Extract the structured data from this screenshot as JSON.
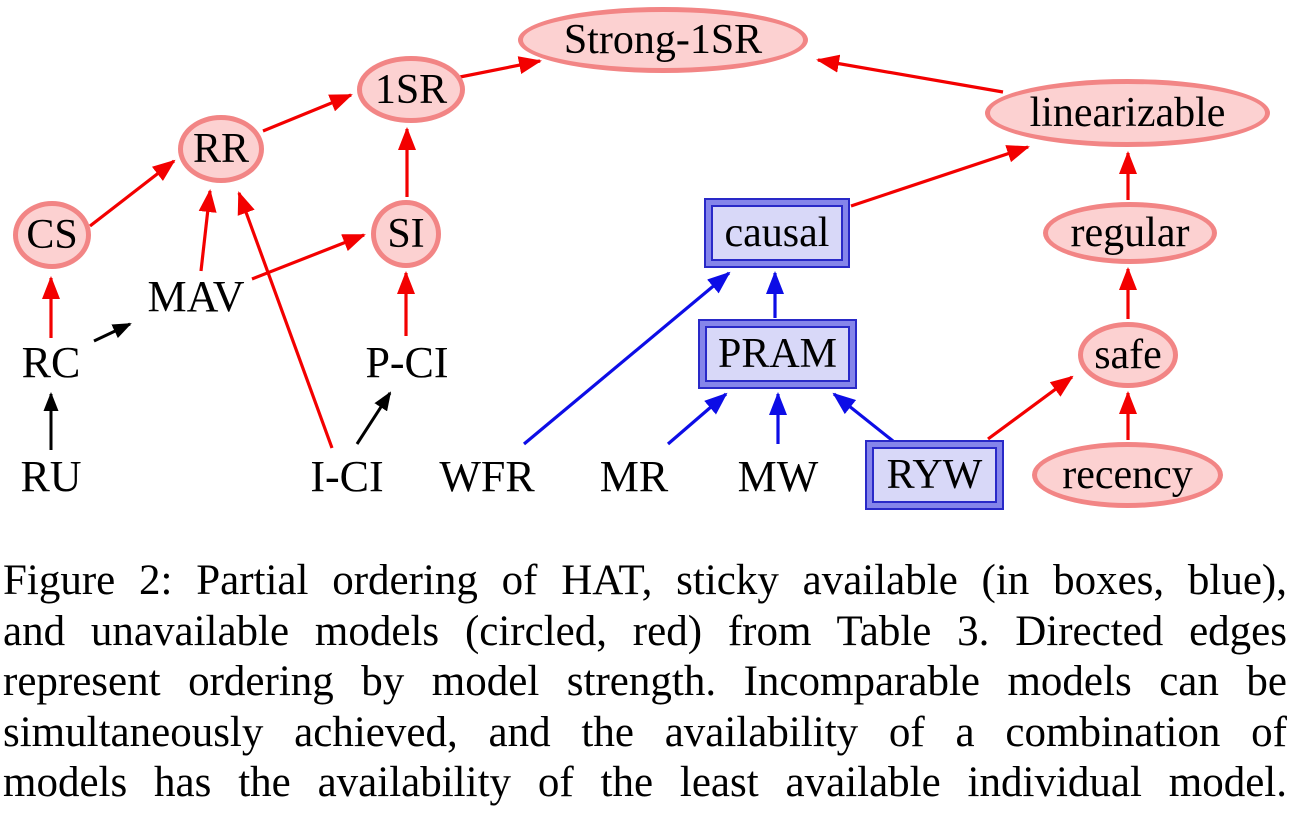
{
  "figure": {
    "nodes": {
      "strong_1sr": {
        "label": "Strong-1SR",
        "category": "unavailable (circled, red)"
      },
      "one_sr": {
        "label": "1SR",
        "category": "unavailable (circled, red)"
      },
      "linearizable": {
        "label": "linearizable",
        "category": "unavailable (circled, red)"
      },
      "rr": {
        "label": "RR",
        "category": "unavailable (circled, red)"
      },
      "cs": {
        "label": "CS",
        "category": "unavailable (circled, red)"
      },
      "si": {
        "label": "SI",
        "category": "unavailable (circled, red)"
      },
      "regular": {
        "label": "regular",
        "category": "unavailable (circled, red)"
      },
      "safe": {
        "label": "safe",
        "category": "unavailable (circled, red)"
      },
      "recency": {
        "label": "recency",
        "category": "unavailable (circled, red)"
      },
      "causal": {
        "label": "causal",
        "category": "sticky available (boxed, blue)"
      },
      "pram": {
        "label": "PRAM",
        "category": "sticky available (boxed, blue)"
      },
      "ryw": {
        "label": "RYW",
        "category": "sticky available (boxed, blue)"
      },
      "mav": {
        "label": "MAV",
        "category": "HAT (plain)"
      },
      "rc": {
        "label": "RC",
        "category": "HAT (plain)"
      },
      "ru": {
        "label": "RU",
        "category": "HAT (plain)"
      },
      "p_ci": {
        "label": "P-CI",
        "category": "HAT (plain)"
      },
      "i_ci": {
        "label": "I-CI",
        "category": "HAT (plain)"
      },
      "wfr": {
        "label": "WFR",
        "category": "HAT (plain)"
      },
      "mr": {
        "label": "MR",
        "category": "HAT (plain)"
      },
      "mw": {
        "label": "MW",
        "category": "HAT (plain)"
      }
    },
    "edges": [
      {
        "from": "RU",
        "to": "RC",
        "color": "black"
      },
      {
        "from": "RC",
        "to": "CS",
        "color": "red"
      },
      {
        "from": "RC",
        "to": "MAV",
        "color": "black"
      },
      {
        "from": "CS",
        "to": "RR",
        "color": "red"
      },
      {
        "from": "MAV",
        "to": "RR",
        "color": "red"
      },
      {
        "from": "MAV",
        "to": "SI",
        "color": "red"
      },
      {
        "from": "I-CI",
        "to": "RR",
        "color": "red"
      },
      {
        "from": "I-CI",
        "to": "P-CI",
        "color": "black"
      },
      {
        "from": "P-CI",
        "to": "SI",
        "color": "red"
      },
      {
        "from": "RR",
        "to": "1SR",
        "color": "red"
      },
      {
        "from": "SI",
        "to": "1SR",
        "color": "red"
      },
      {
        "from": "1SR",
        "to": "Strong-1SR",
        "color": "red"
      },
      {
        "from": "linearizable",
        "to": "Strong-1SR",
        "color": "red"
      },
      {
        "from": "causal",
        "to": "linearizable",
        "color": "red"
      },
      {
        "from": "regular",
        "to": "linearizable",
        "color": "red"
      },
      {
        "from": "safe",
        "to": "regular",
        "color": "red"
      },
      {
        "from": "recency",
        "to": "safe",
        "color": "red"
      },
      {
        "from": "RYW",
        "to": "safe",
        "color": "red"
      },
      {
        "from": "WFR",
        "to": "causal",
        "color": "blue"
      },
      {
        "from": "MR",
        "to": "PRAM",
        "color": "blue"
      },
      {
        "from": "MW",
        "to": "PRAM",
        "color": "blue"
      },
      {
        "from": "RYW",
        "to": "PRAM",
        "color": "blue"
      },
      {
        "from": "PRAM",
        "to": "causal",
        "color": "blue"
      }
    ],
    "colors": {
      "ellipse_fill": "#fcd1d1",
      "ellipse_stroke": "#f28585",
      "box_fill": "#d8d8f8",
      "box_border": "#8585ea",
      "box_border_dark": "#2929c8",
      "edge_red": "#f30000",
      "edge_blue": "#0d0de6",
      "edge_black": "#000000"
    }
  },
  "caption": {
    "lines": [
      "Figure 2: Partial ordering of HAT, sticky available (in boxes, blue),",
      "and unavailable models (circled, red) from Table 3. Directed edges",
      "represent ordering by model strength. Incomparable models can be",
      "simultaneously achieved, and the availability of a combination of",
      "models has the availability of the least available individual model."
    ],
    "text": "Figure 2: Partial ordering of HAT, sticky available (in boxes, blue), and unavailable models (circled, red) from Table 3. Directed edges represent ordering by model strength. Incomparable models can be simultaneously achieved, and the availability of a combination of models has the availability of the least available individual model."
  }
}
